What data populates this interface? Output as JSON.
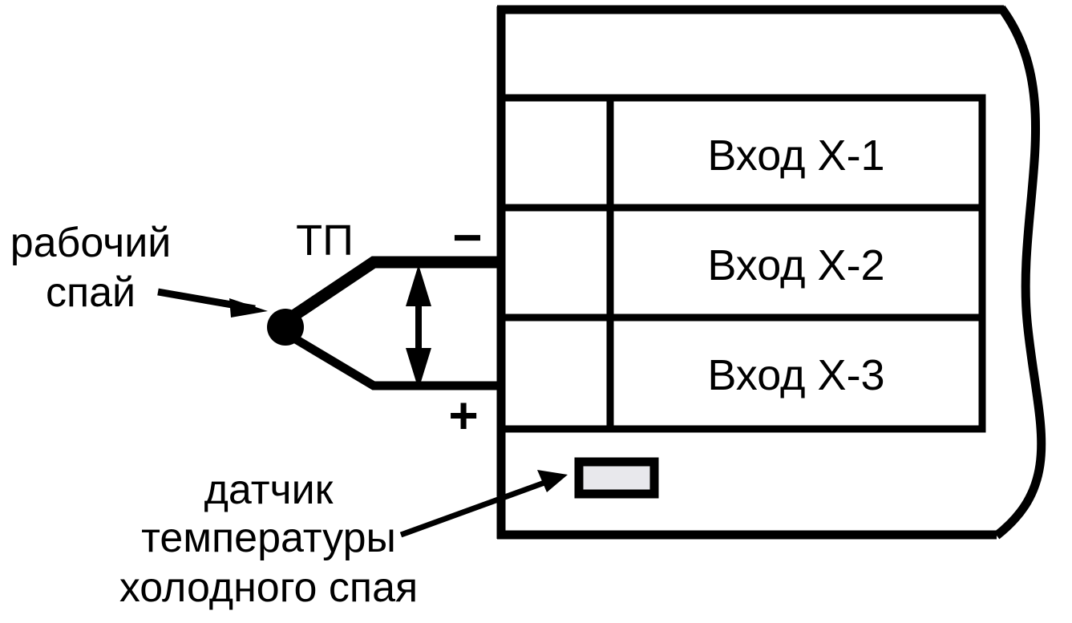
{
  "diagram": {
    "type": "wiring-schematic",
    "title_visible": false,
    "language": "ru",
    "background_color": "#ffffff",
    "line_color": "#000000",
    "sensor_fill_color": "#e8e8ec"
  },
  "annotations": {
    "hot_junction": {
      "name": "hot-junction-callout",
      "lines": [
        "рабочий",
        "спай"
      ],
      "line1": "рабочий",
      "line2": "спай"
    },
    "cold_junction": {
      "name": "cold-junction-callout",
      "lines": [
        "датчик",
        "температуры",
        "холодного спая"
      ],
      "line1": "датчик",
      "line2": "температуры",
      "line3": "холодного спая"
    }
  },
  "thermocouple": {
    "label": "ТП",
    "polarity_negative": "−",
    "polarity_positive": "+"
  },
  "terminal_block": {
    "rows": [
      {
        "label": "Вход Х-1"
      },
      {
        "label": "Вход Х-2"
      },
      {
        "label": "Вход Х-3"
      }
    ]
  },
  "icons": {
    "hot_junction_arrow": "arrow-right-icon",
    "cold_junction_arrow": "arrow-up-right-icon",
    "span_arrow": "double-arrow-vertical-icon",
    "break_line": "break-line-icon",
    "junction_dot": "junction-dot-icon",
    "cold_sensor": "cold-junction-sensor-icon"
  }
}
